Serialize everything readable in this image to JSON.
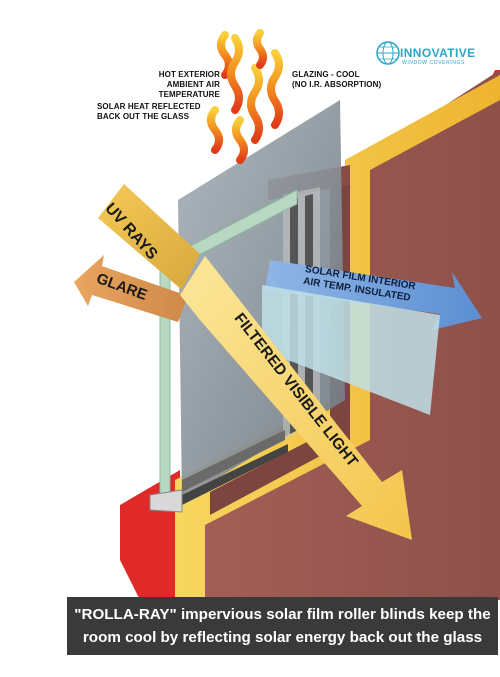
{
  "labels": {
    "hot_exterior": "HOT EXTERIOR\nAMBIENT AIR TEMPERATURE",
    "glazing": "GLAZING - COOL\n(NO I.R. ABSORPTION)",
    "solar_heat": "SOLAR HEAT REFLECTED\nBACK OUT THE GLASS",
    "uv_rays": "UV RAYS",
    "glare": "GLARE",
    "solar_film": "SOLAR FILM INTERIOR\nAIR TEMP. INSULATED",
    "filtered_light": "FILTERED VISIBLE LIGHT"
  },
  "logo": {
    "name": "INNOVATIVE",
    "sub": "WINDOW COVERINGS",
    "icon": "globe-icon"
  },
  "caption": {
    "line1": "\"ROLLA-RAY\" impervious solar film roller blinds keep the",
    "line2": "room cool by reflecting solar energy back out the glass"
  },
  "colors": {
    "wall": "#9b5b55",
    "wall_dark": "#7d4540",
    "wall_yellow": "#f2c33c",
    "wall_red": "#e02a2a",
    "glass": "#8f9aa3",
    "frame": "#b9d8c5",
    "uv_arrow": "#f0c24a",
    "glare_arrow": "#dd9450",
    "solar_arrow": "#6a9ad6",
    "filtered_arrow": "#f7d66b",
    "caption_bg": "#3a3a3a"
  }
}
